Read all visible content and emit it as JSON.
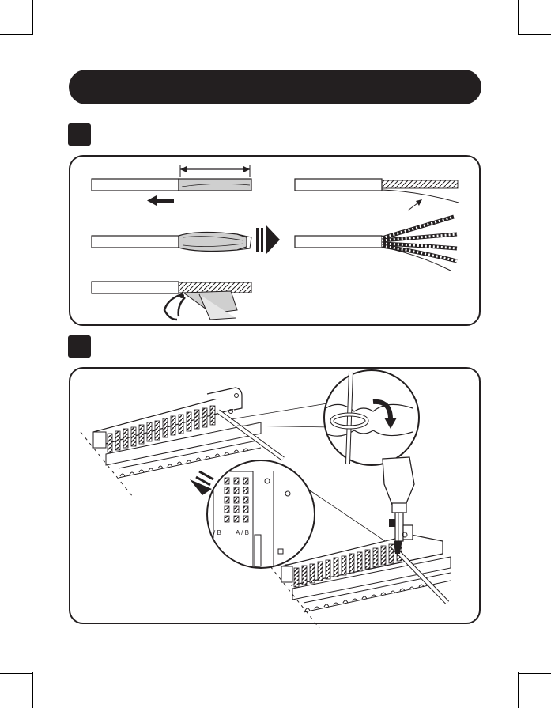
{
  "document": {
    "title": "",
    "steps": [
      {
        "number": "",
        "caption": ""
      },
      {
        "number": "",
        "caption": ""
      }
    ],
    "step1_figures": {
      "cables": [
        "cable-jacket-pull",
        "cable-shield-fold",
        "cable-cutting-pliers",
        "cable-pairs-bundle",
        "cable-pairs-fanned"
      ]
    },
    "step2_figures": {
      "views": [
        "patch-panel-left",
        "twist-detail-circle",
        "magnified-terminal-circle",
        "patch-panel-right-with-tool"
      ],
      "terminal_labels": [
        "/ B",
        "A / B"
      ]
    },
    "colors": {
      "ink": "#231f20",
      "shield_fill": "#cfcfcf",
      "wire": "#8a8a8a"
    }
  }
}
